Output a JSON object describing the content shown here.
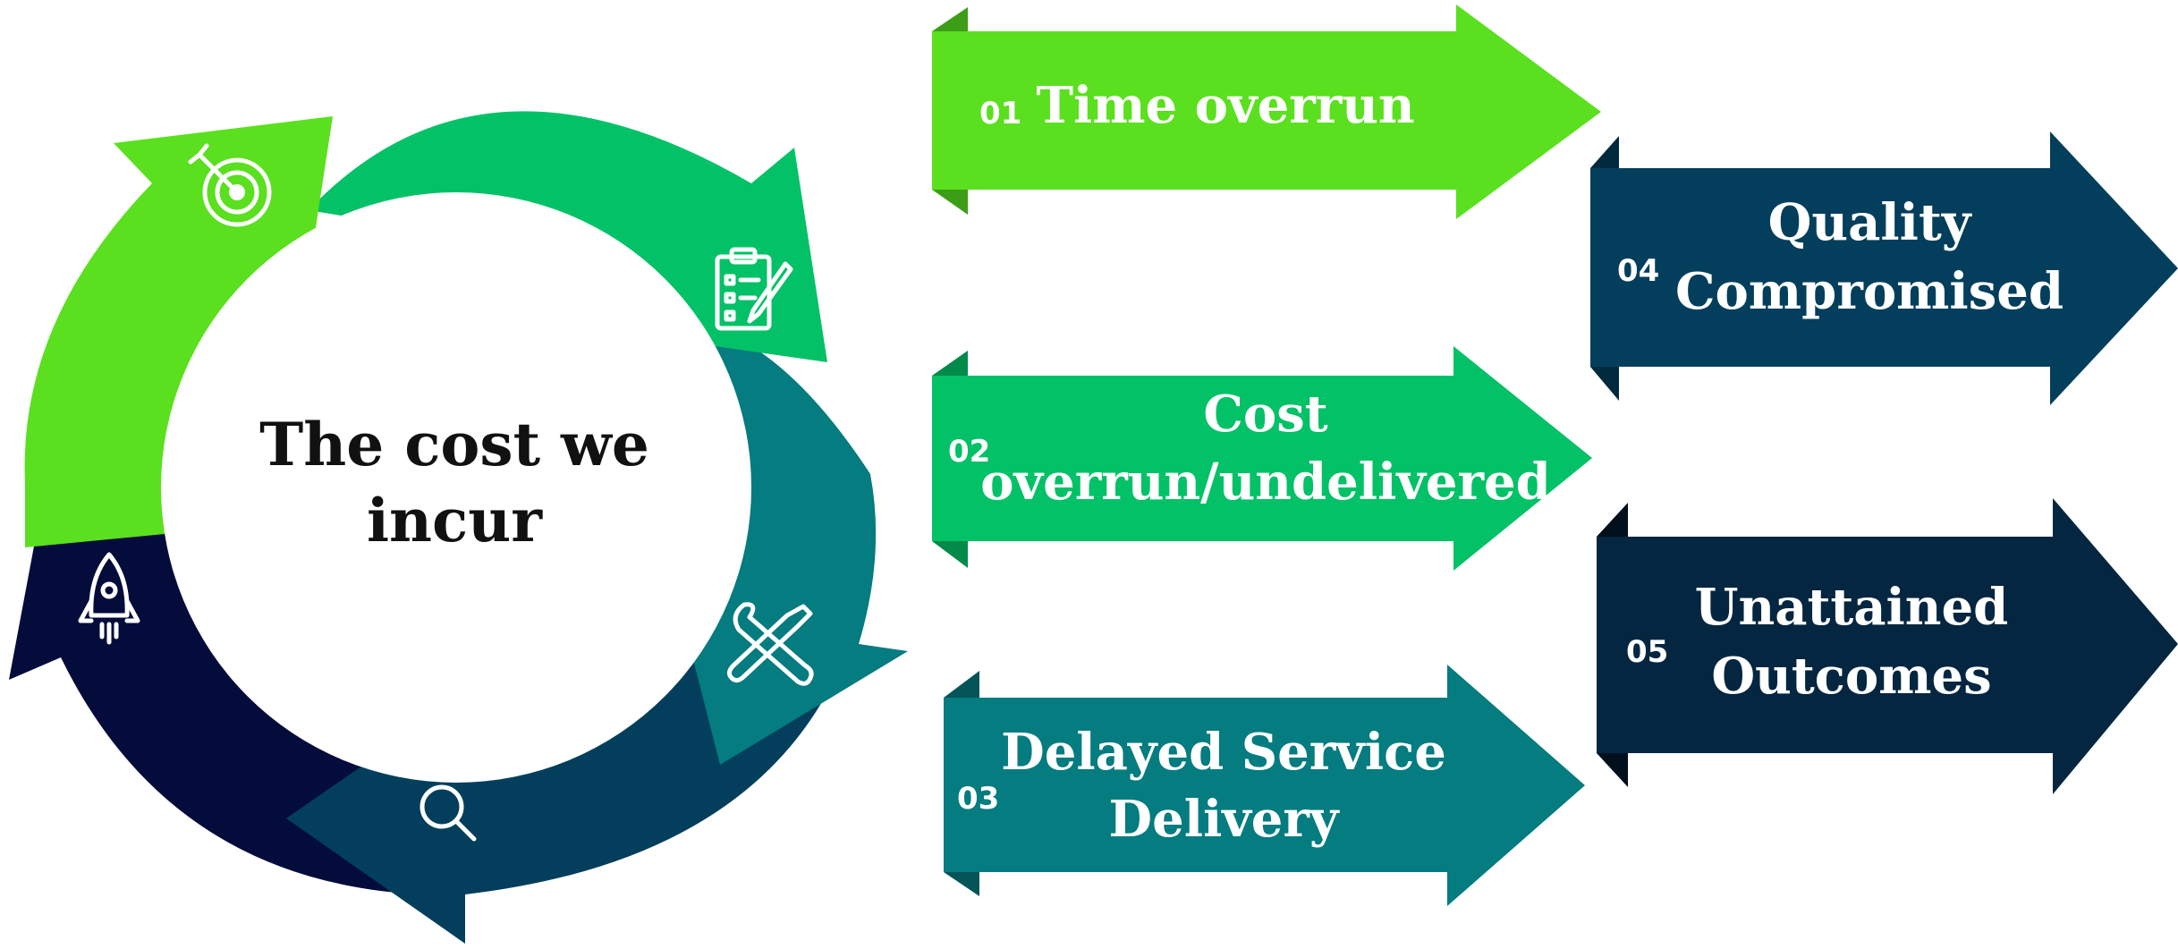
{
  "center": {
    "line1": "The cost we",
    "line2": "incur"
  },
  "cycle": {
    "icons": [
      "target-icon",
      "clipboard-checklist-icon",
      "tools-icon",
      "magnifier-icon",
      "rocket-icon"
    ],
    "colors": [
      "#5ae01e",
      "#03c167",
      "#047c80",
      "#033f5c",
      "#030c3a"
    ]
  },
  "items": [
    {
      "number": "01",
      "lines": [
        "Time overrun"
      ],
      "color": "#5ae01e",
      "fold": "#3b9e16"
    },
    {
      "number": "02",
      "lines": [
        "Cost",
        "overrun/undelivered"
      ],
      "color": "#03c167",
      "fold": "#028a4a"
    },
    {
      "number": "03",
      "lines": [
        "Delayed Service",
        "Delivery"
      ],
      "color": "#047c80",
      "fold": "#035558"
    },
    {
      "number": "04",
      "lines": [
        "Quality",
        "Compromised"
      ],
      "color": "#033f5c",
      "fold": "#022a3e"
    },
    {
      "number": "05",
      "lines": [
        "Unattained",
        "Outcomes"
      ],
      "color": "#042640",
      "fold": "#010f1c"
    }
  ]
}
